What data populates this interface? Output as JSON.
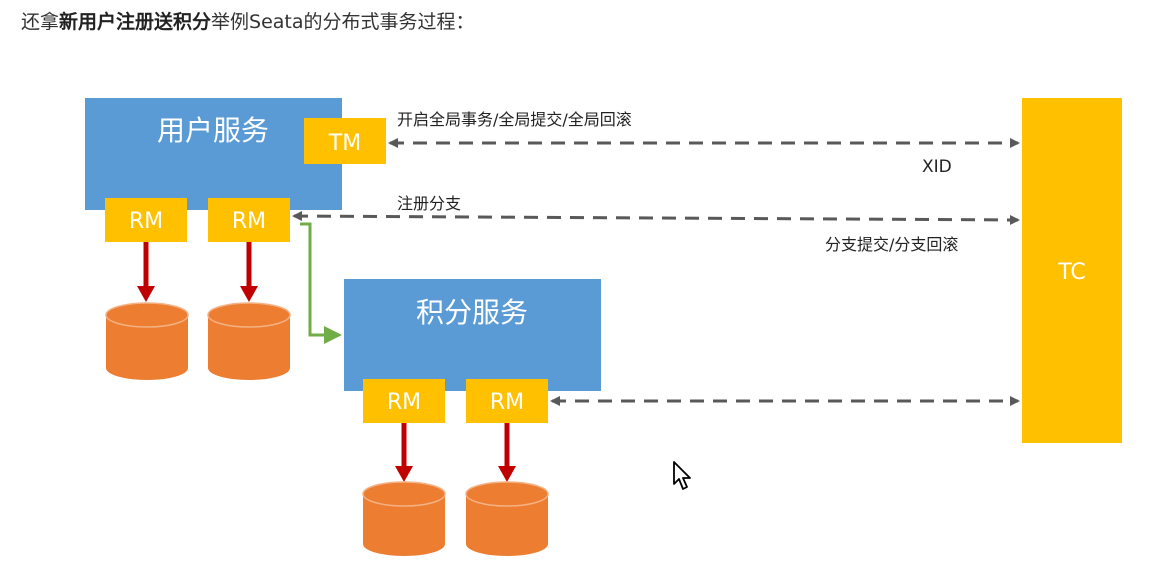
{
  "heading": {
    "prefix": "还拿",
    "bold": "新用户注册送积分",
    "suffix": "举例Seata的分布式事务过程："
  },
  "diagram": {
    "user_service": "用户服务",
    "points_service": "积分服务",
    "tm": "TM",
    "tc": "TC",
    "rm": "RM",
    "labels": {
      "global_tx": "开启全局事务/全局提交/全局回滚",
      "xid": "XID",
      "register_branch": "注册分支",
      "branch_commit": "分支提交/分支回滚"
    },
    "colors": {
      "service_blue": "#5b9bd5",
      "tag_yellow": "#ffc000",
      "db_orange": "#ed7d31",
      "arrow_red": "#c00000",
      "arrow_green": "#70ad47",
      "dash_gray": "#595959"
    }
  }
}
